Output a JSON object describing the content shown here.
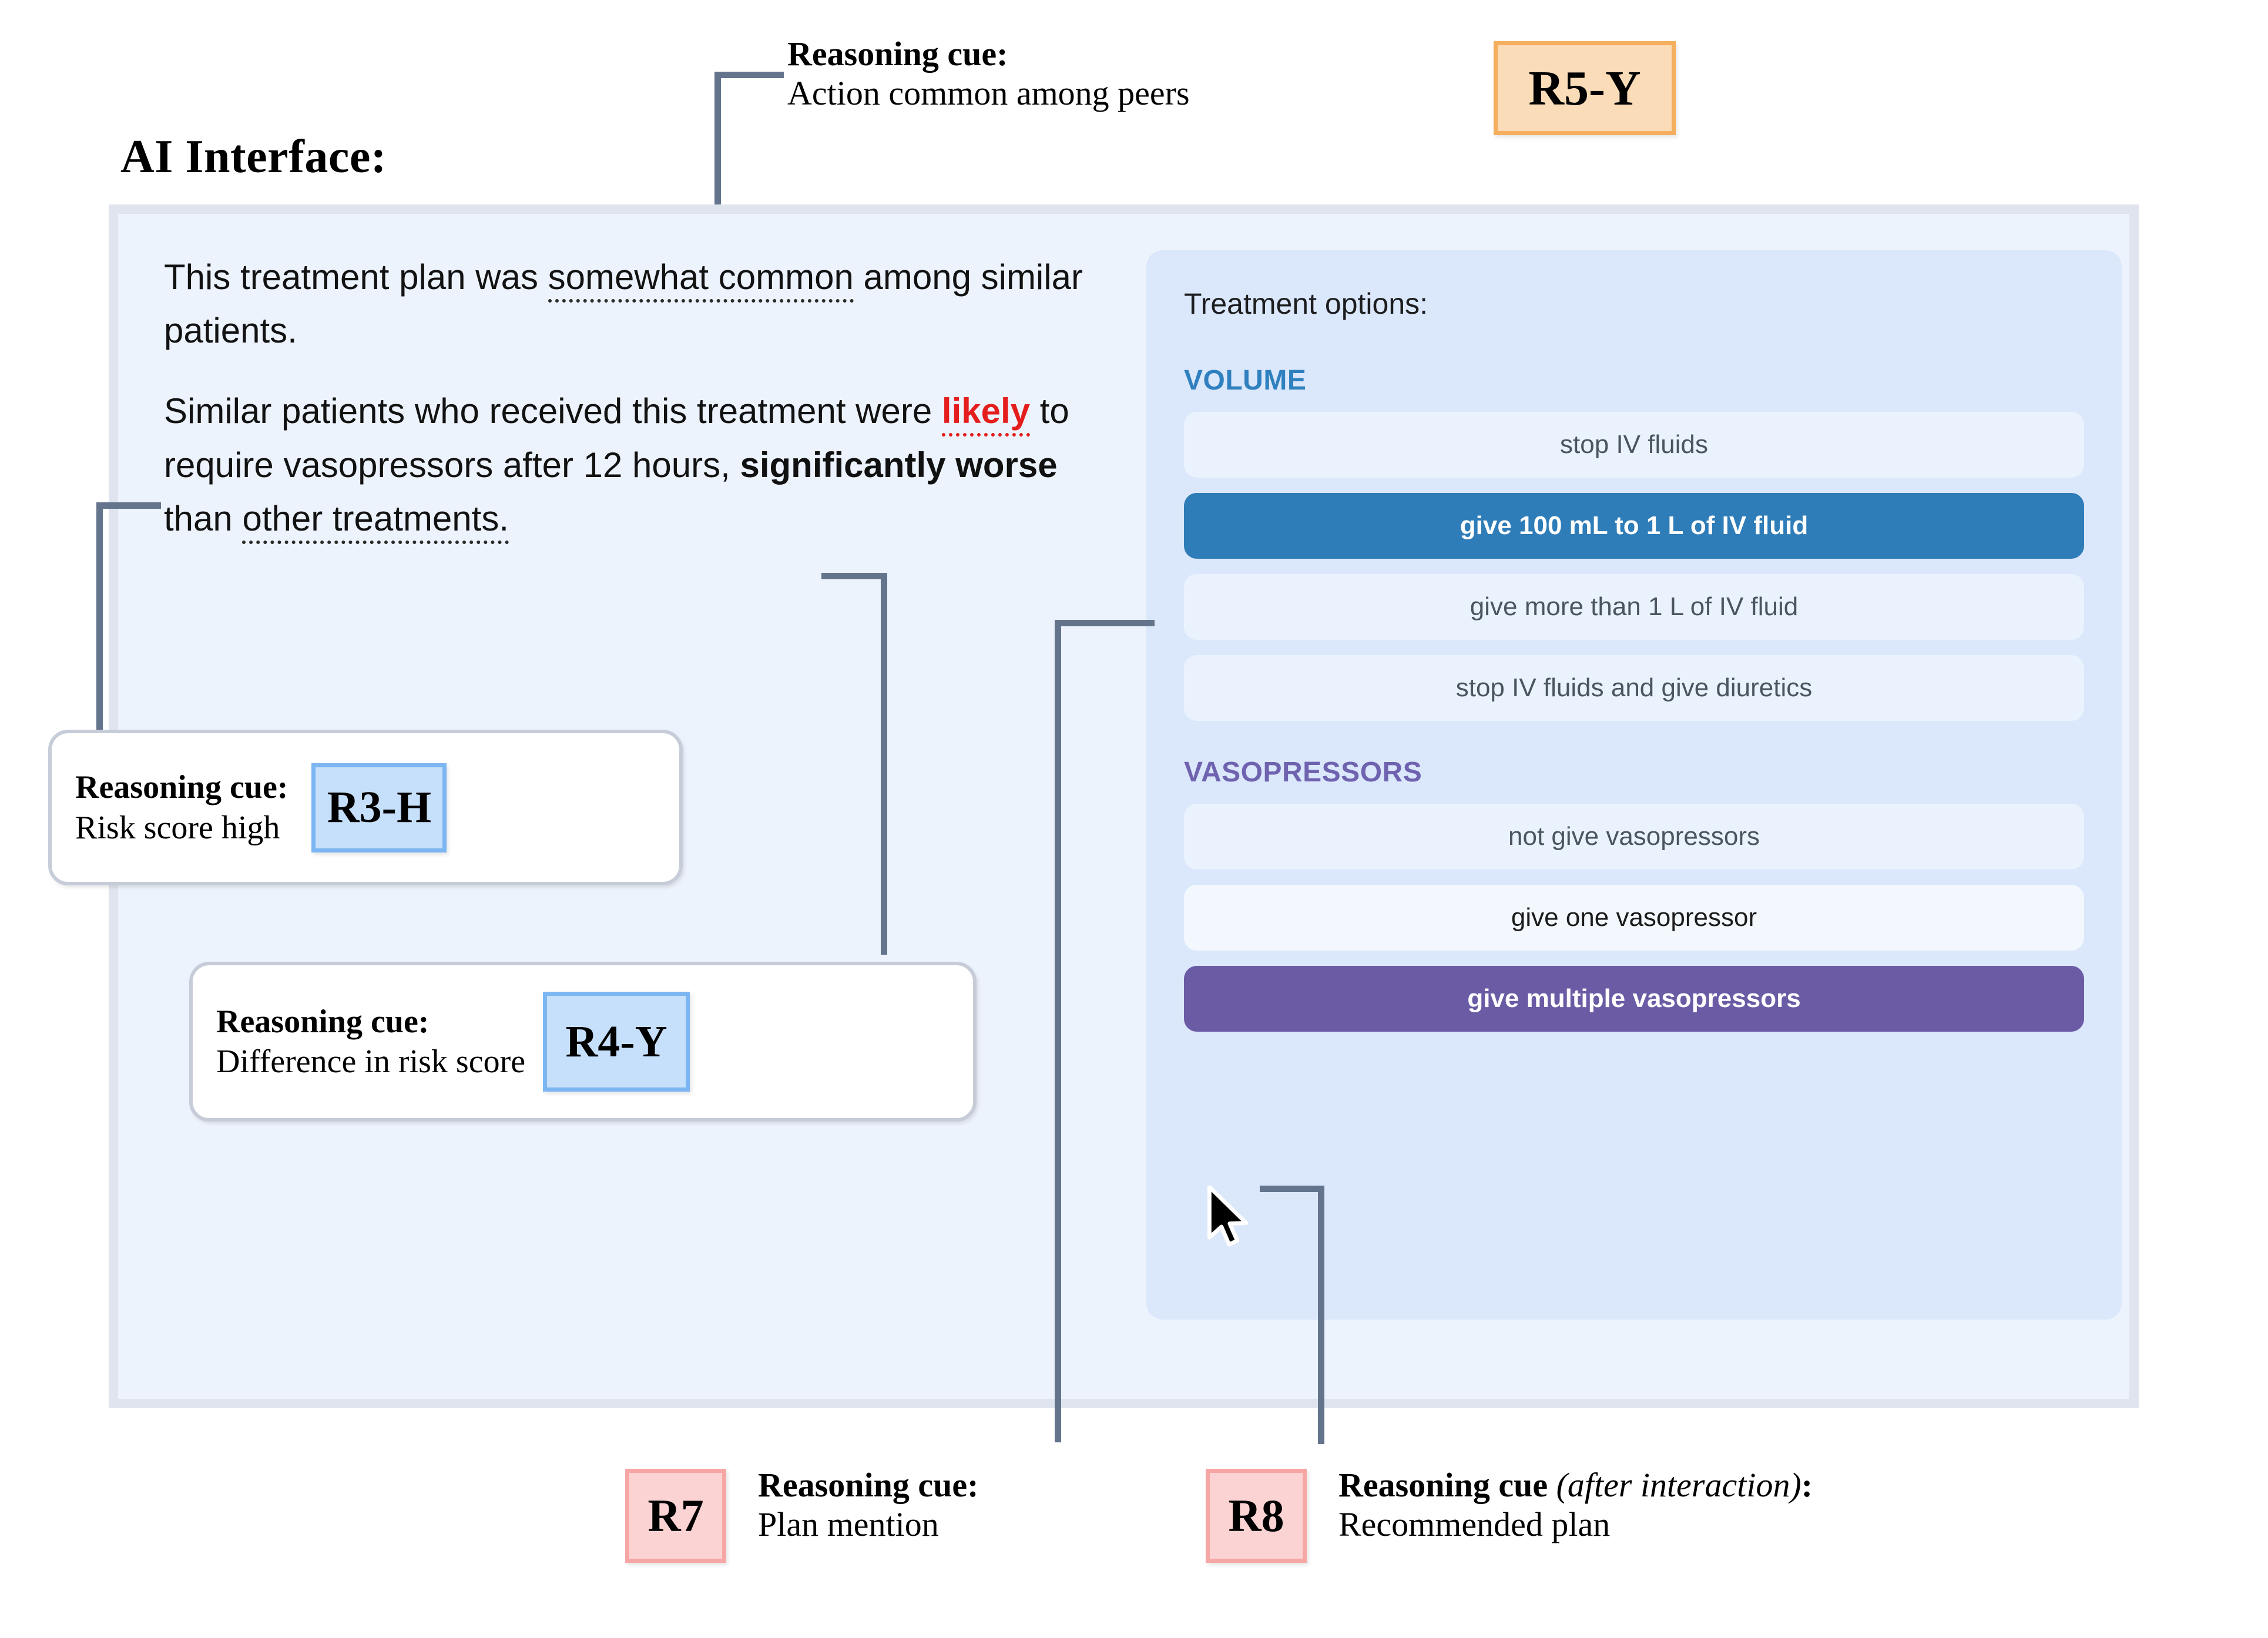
{
  "page": {
    "title": "AI Interface:"
  },
  "narrative": {
    "p1_part1": "This treatment plan was ",
    "p1_highlight": "somewhat common",
    "p1_part2": " among similar patients.",
    "p2_part1": "Similar patients who received this treatment were ",
    "p2_likely": "likely",
    "p2_part2": " to require vasopressors after 12 hours, ",
    "p2_bold": "significantly worse",
    "p2_part3": " than ",
    "p2_tail": "other treatments."
  },
  "options": {
    "title": "Treatment options:",
    "groups": [
      {
        "heading": "VOLUME",
        "accent": "#2f80bf",
        "items": [
          {
            "label": "stop IV fluids",
            "state": "default"
          },
          {
            "label": "give 100 mL to 1 L of IV fluid",
            "state": "selected-blue"
          },
          {
            "label": "give more than 1 L of IV fluid",
            "state": "default"
          },
          {
            "label": "stop IV fluids and give diuretics",
            "state": "default"
          }
        ]
      },
      {
        "heading": "VASOPRESSORS",
        "accent": "#6f63b0",
        "items": [
          {
            "label": "not give vasopressors",
            "state": "default"
          },
          {
            "label": "give one vasopressor",
            "state": "hover"
          },
          {
            "label": "give multiple vasopressors",
            "state": "selected-purple"
          }
        ]
      }
    ]
  },
  "annotations": {
    "r5": {
      "label": "Reasoning cue:",
      "desc": "Action common among peers",
      "badge": "R5-Y",
      "badge_fill": "#fadcb8",
      "badge_border": "#f5ae5e"
    },
    "r3": {
      "label": "Reasoning cue:",
      "desc": "Risk score high",
      "badge": "R3-H",
      "badge_fill": "#c6dffa",
      "badge_border": "#7cb6f2"
    },
    "r4": {
      "label": "Reasoning cue:",
      "desc": "Difference in risk score",
      "badge": "R4-Y",
      "badge_fill": "#c6dffa",
      "badge_border": "#7cb6f2"
    },
    "r7": {
      "badge": "R7",
      "label": "Reasoning cue:",
      "desc": "Plan mention",
      "badge_fill": "#fcd3d3",
      "badge_border": "#f7a6a6"
    },
    "r8": {
      "badge": "R8",
      "label_a": "Reasoning cue ",
      "label_italic": "(after interaction)",
      "label_b": ":",
      "desc": "Recommended plan",
      "badge_fill": "#fcd3d3",
      "badge_border": "#f7a6a6"
    }
  },
  "colors": {
    "panel_border": "#dfe4ee",
    "panel_bg": "#edf3fd",
    "card_bg": "#dbe7fb",
    "option_bg": "#eaf2fe",
    "selected_blue": "#2e7cb8",
    "selected_purple": "#6b5ba5",
    "leader_line": "#63748c",
    "alert_red": "#e41d1d"
  }
}
